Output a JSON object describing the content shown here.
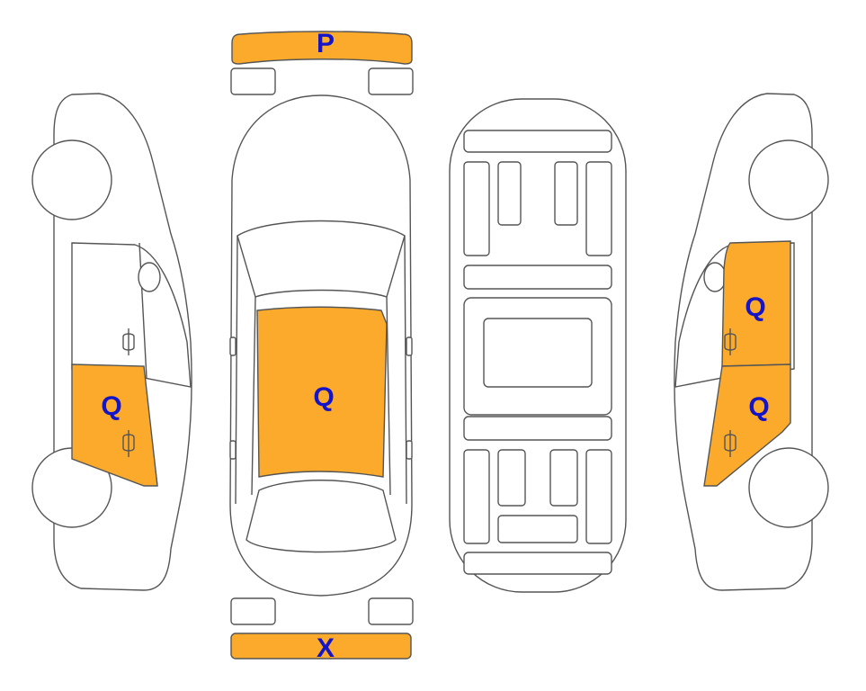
{
  "colors": {
    "damage_fill": "#FBAA2C",
    "label_text": "#1414C8",
    "outline": "#555555",
    "background": "#FFFFFF"
  },
  "views": {
    "left_side": {
      "zones": [
        {
          "label": "Q"
        }
      ]
    },
    "top": {
      "front_bumper": {
        "label": "P"
      },
      "roof": {
        "label": "Q"
      },
      "rear_bumper": {
        "label": "X"
      }
    },
    "underbody": {},
    "right_side": {
      "zones": [
        {
          "label": "Q"
        },
        {
          "label": "Q"
        }
      ]
    }
  }
}
